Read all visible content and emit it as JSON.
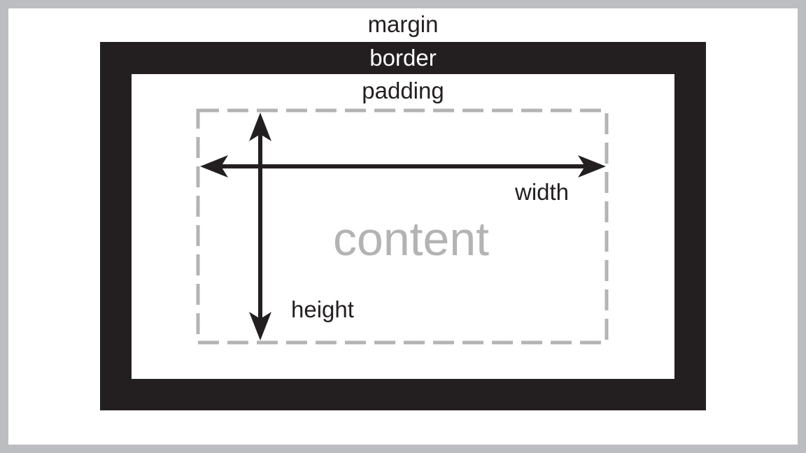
{
  "labels": {
    "margin": "margin",
    "border": "border",
    "padding": "padding",
    "content": "content",
    "width": "width",
    "height": "height"
  },
  "colors": {
    "outer_background": "#bcbdc0",
    "margin_fill": "#ffffff",
    "border_fill": "#231f20",
    "padding_fill": "#ffffff",
    "content_outline": "#b3b3b3",
    "arrow": "#231f20"
  }
}
